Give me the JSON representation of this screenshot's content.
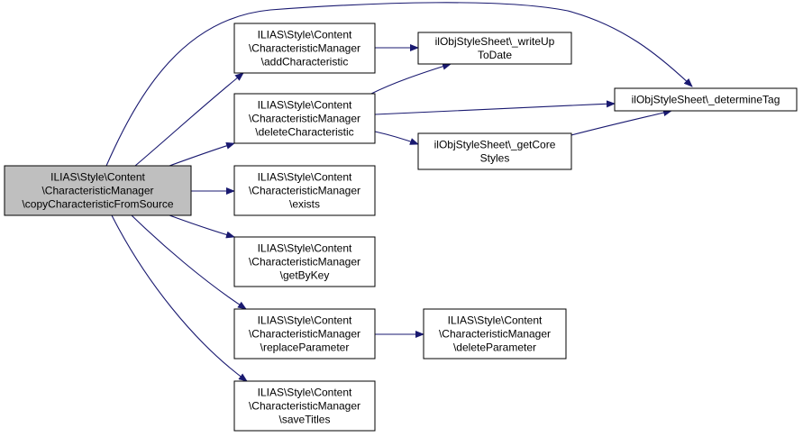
{
  "colors": {
    "edge": "#191970",
    "node_fill": "#ffffff",
    "root_fill": "#bfbfbf",
    "node_border": "#000000"
  },
  "nodes": {
    "copyCharacteristicFromSource": [
      "ILIAS\\Style\\Content",
      "\\CharacteristicManager",
      "\\copyCharacteristicFromSource"
    ],
    "addCharacteristic": [
      "ILIAS\\Style\\Content",
      "\\CharacteristicManager",
      "\\addCharacteristic"
    ],
    "deleteCharacteristic": [
      "ILIAS\\Style\\Content",
      "\\CharacteristicManager",
      "\\deleteCharacteristic"
    ],
    "exists": [
      "ILIAS\\Style\\Content",
      "\\CharacteristicManager",
      "\\exists"
    ],
    "getByKey": [
      "ILIAS\\Style\\Content",
      "\\CharacteristicManager",
      "\\getByKey"
    ],
    "replaceParameter": [
      "ILIAS\\Style\\Content",
      "\\CharacteristicManager",
      "\\replaceParameter"
    ],
    "saveTitles": [
      "ILIAS\\Style\\Content",
      "\\CharacteristicManager",
      "\\saveTitles"
    ],
    "writeUpToDate": [
      "ilObjStyleSheet\\_writeUp",
      "ToDate"
    ],
    "getCoreStyles": [
      "ilObjStyleSheet\\_getCore",
      "Styles"
    ],
    "determineTag": [
      "ilObjStyleSheet\\_determineTag"
    ],
    "deleteParameter": [
      "ILIAS\\Style\\Content",
      "\\CharacteristicManager",
      "\\deleteParameter"
    ]
  },
  "edges": [
    {
      "from": "copyCharacteristicFromSource",
      "to": "determineTag"
    },
    {
      "from": "copyCharacteristicFromSource",
      "to": "addCharacteristic"
    },
    {
      "from": "copyCharacteristicFromSource",
      "to": "deleteCharacteristic"
    },
    {
      "from": "copyCharacteristicFromSource",
      "to": "exists"
    },
    {
      "from": "copyCharacteristicFromSource",
      "to": "getByKey"
    },
    {
      "from": "copyCharacteristicFromSource",
      "to": "replaceParameter"
    },
    {
      "from": "copyCharacteristicFromSource",
      "to": "saveTitles"
    },
    {
      "from": "addCharacteristic",
      "to": "writeUpToDate"
    },
    {
      "from": "deleteCharacteristic",
      "to": "writeUpToDate"
    },
    {
      "from": "deleteCharacteristic",
      "to": "determineTag"
    },
    {
      "from": "deleteCharacteristic",
      "to": "getCoreStyles"
    },
    {
      "from": "getCoreStyles",
      "to": "determineTag"
    },
    {
      "from": "replaceParameter",
      "to": "deleteParameter"
    }
  ]
}
